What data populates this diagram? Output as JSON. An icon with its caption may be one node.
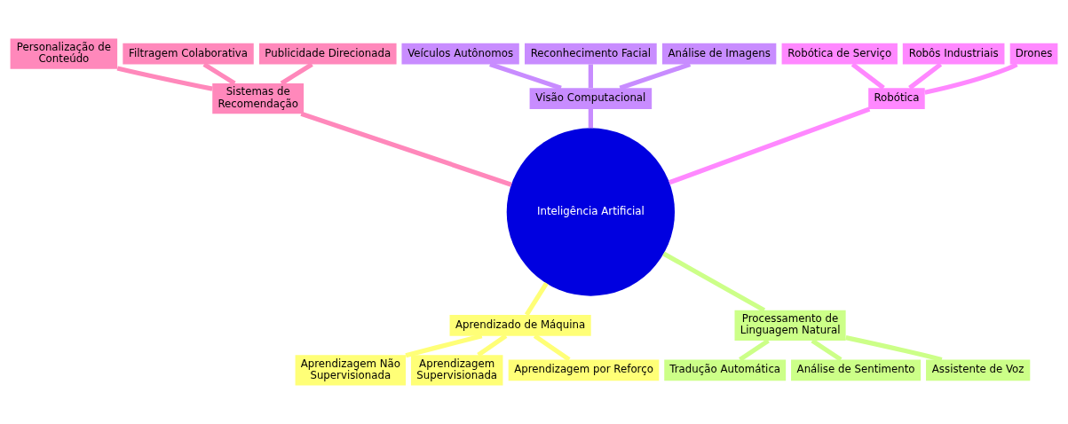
{
  "diagram": {
    "nodes": [
      {
        "text": [
          "Inteligência Artificial"
        ]
      },
      {
        "text": [
          "Sistemas de Recomendação"
        ]
      },
      {
        "text": [
          "Personalização de Conteúdo"
        ]
      },
      {
        "text": [
          "Filtragem Colaborativa"
        ]
      },
      {
        "text": [
          "Publicidade Direcionada"
        ]
      },
      {
        "text": [
          "Robótica"
        ]
      },
      {
        "text": [
          "Robótica de Serviço"
        ]
      },
      {
        "text": [
          "Robôs Industriais"
        ]
      },
      {
        "text": [
          "Drones"
        ]
      },
      {
        "text": [
          "Aprendizado de Máquina"
        ]
      },
      {
        "text": [
          "Aprendizagem Não Supervisionada"
        ]
      },
      {
        "text": [
          "Aprendizagem Supervisionada"
        ]
      },
      {
        "text": [
          "Aprendizagem por Reforço"
        ]
      },
      {
        "text": [
          "Processamento de Linguagem Natural"
        ]
      },
      {
        "text": [
          "Tradução Automática"
        ]
      },
      {
        "text": [
          "Análise de Sentimento"
        ]
      },
      {
        "text": [
          "Assistente de Voz"
        ]
      },
      {
        "text": [
          "Visão Computacional"
        ]
      },
      {
        "text": [
          "Veículos Autônomos"
        ]
      },
      {
        "text": [
          "Reconhecimento Facial"
        ]
      },
      {
        "text": [
          "Análise de Imagens"
        ]
      }
    ],
    "edges": [
      {
        "from": 0,
        "to": 1,
        "arrow": "none",
        "color": "#ff88bb"
      },
      {
        "from": 1,
        "to": 2,
        "arrow": "none",
        "color": "#ff88bb"
      },
      {
        "from": 1,
        "to": 3,
        "arrow": "none",
        "color": "#ff88bb"
      },
      {
        "from": 1,
        "to": 4,
        "arrow": "none",
        "color": "#ff88bb"
      },
      {
        "from": 0,
        "to": 5,
        "arrow": "none",
        "color": "#ff88ff"
      },
      {
        "from": 5,
        "to": 6,
        "arrow": "none",
        "color": "#ff88ff"
      },
      {
        "from": 5,
        "to": 7,
        "arrow": "none",
        "color": "#ff88ff"
      },
      {
        "from": 5,
        "to": 8,
        "arrow": "none",
        "color": "#ff88ff"
      },
      {
        "from": 0,
        "to": 9,
        "arrow": "none",
        "color": "#ffff77"
      },
      {
        "from": 9,
        "to": 10,
        "arrow": "none",
        "color": "#ffff77"
      },
      {
        "from": 9,
        "to": 11,
        "arrow": "none",
        "color": "#ffff77"
      },
      {
        "from": 9,
        "to": 12,
        "arrow": "none",
        "color": "#ffff77"
      },
      {
        "from": 0,
        "to": 13,
        "arrow": "none",
        "color": "#ccff88"
      },
      {
        "from": 13,
        "to": 14,
        "arrow": "none",
        "color": "#ccff88"
      },
      {
        "from": 13,
        "to": 15,
        "arrow": "none",
        "color": "#ccff88"
      },
      {
        "from": 13,
        "to": 16,
        "arrow": "none",
        "color": "#ccff88"
      },
      {
        "from": 0,
        "to": 17,
        "arrow": "none",
        "color": "#c88cff"
      },
      {
        "from": 17,
        "to": 18,
        "arrow": "none",
        "color": "#c88cff"
      },
      {
        "from": 17,
        "to": 19,
        "arrow": "none",
        "color": "#c88cff"
      },
      {
        "from": 17,
        "to": 20,
        "arrow": "none",
        "color": "#c88cff"
      }
    ]
  }
}
